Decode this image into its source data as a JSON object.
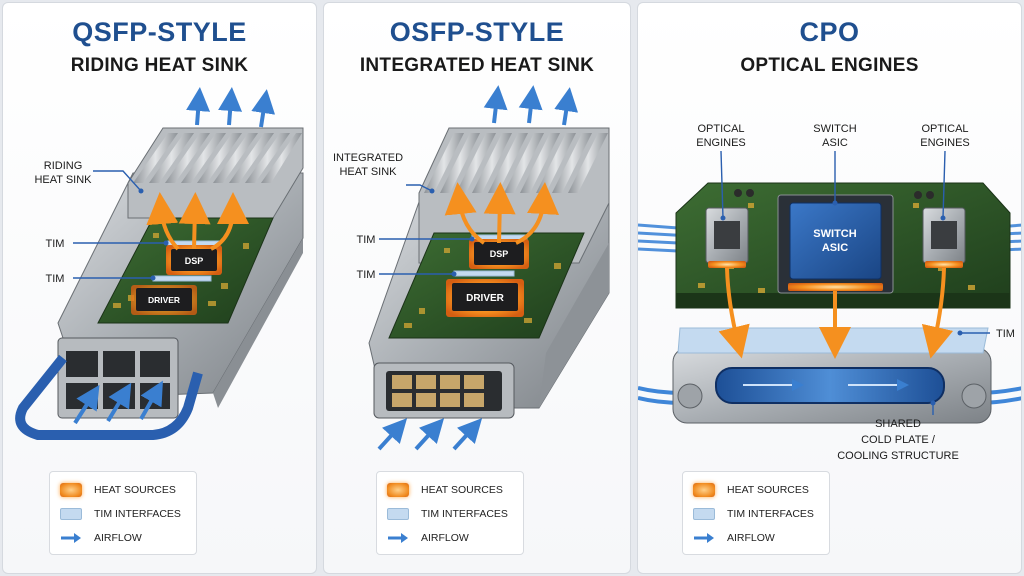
{
  "panels": [
    {
      "title": "QSFP-STYLE",
      "subtitle": "RIDING HEAT SINK",
      "labels": {
        "heatsink_line1": "RIDING",
        "heatsink_line2": "HEAT SINK",
        "tim_upper": "TIM",
        "tim_lower": "TIM",
        "chip_dsp": "DSP",
        "chip_driver": "DRIVER"
      }
    },
    {
      "title": "OSFP-STYLE",
      "subtitle": "INTEGRATED HEAT SINK",
      "labels": {
        "heatsink_line1": "INTEGRATED",
        "heatsink_line2": "HEAT SINK",
        "tim_upper": "TIM",
        "tim_lower": "TIM",
        "chip_dsp": "DSP",
        "chip_driver": "DRIVER"
      }
    },
    {
      "title": "CPO",
      "subtitle": "OPTICAL ENGINES",
      "labels": {
        "oe_left_line1": "OPTICAL",
        "oe_left_line2": "ENGINES",
        "asic_line1": "SWITCH",
        "asic_line2": "ASIC",
        "oe_right_line1": "OPTICAL",
        "oe_right_line2": "ENGINES",
        "chip_line1": "SWITCH",
        "chip_line2": "ASIC",
        "tim": "TIM",
        "coldplate_line1": "SHARED",
        "coldplate_line2": "COLD PLATE /",
        "coldplate_line3": "COOLING STRUCTURE"
      }
    }
  ],
  "legend": {
    "heat_sources": "HEAT SOURCES",
    "tim_interfaces": "TIM INTERFACES",
    "airflow": "AIRFLOW"
  },
  "colors": {
    "title_blue": "#1f4f8f",
    "heat_orange": "#f08a1e",
    "tim_blue": "#c4daf0",
    "airflow_blue": "#3a7fd0",
    "pcb_green": "#2f5a2a"
  }
}
